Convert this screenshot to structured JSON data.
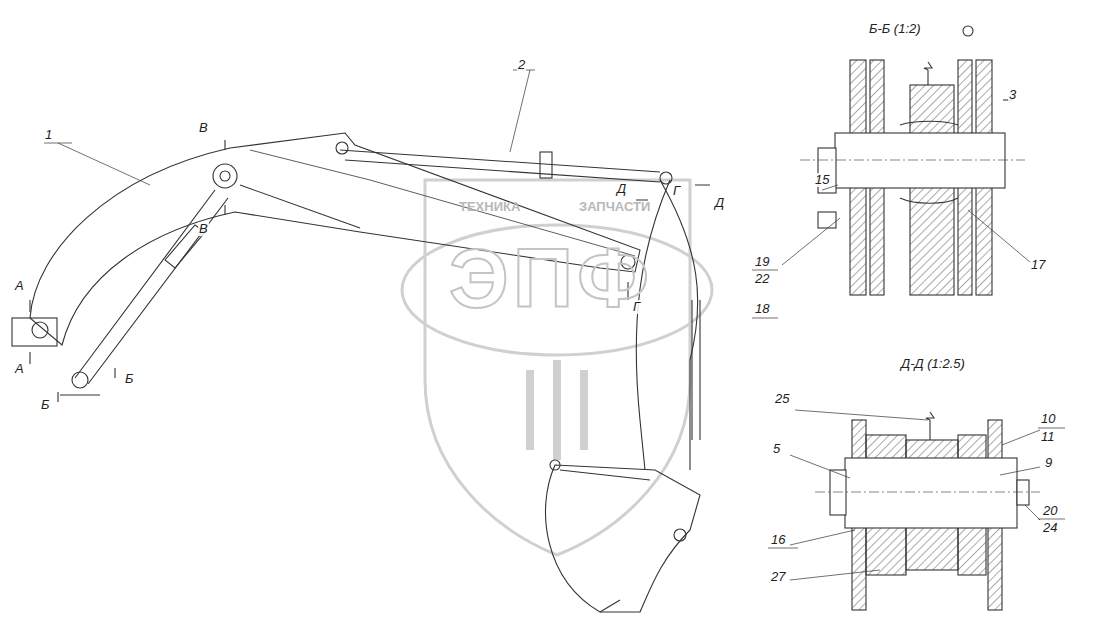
{
  "diagram": {
    "labels": [
      "Б-Б (1:2)",
      "2",
      "3",
      "1",
      "В",
      "15",
      "Д",
      "Г",
      "Д",
      "В",
      "19",
      "22",
      "17",
      "А",
      "18",
      "Г",
      "А",
      "Д-Д (1:2.5)",
      "Б",
      "25",
      "Б",
      "10",
      "11",
      "5",
      "9",
      "20",
      "24",
      "16",
      "27",
      "ТЕХНИКА",
      "ЗАПЧАСТИ",
      "ЭПФ"
    ]
  }
}
